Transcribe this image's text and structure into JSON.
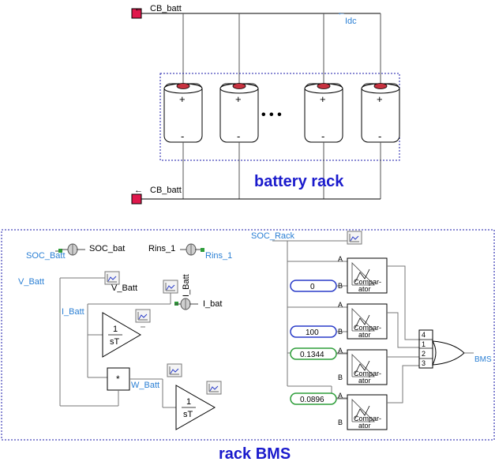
{
  "battery_section": {
    "top_terminal": "CB_batt",
    "bottom_terminal": "CB_batt",
    "current_label": "Idc",
    "ellipsis": "• • •",
    "cell_plus": "+",
    "cell_minus": "-",
    "caption": "battery rack"
  },
  "bms_section": {
    "caption": "rack BMS",
    "soc_batt_label": "SOC_Batt",
    "soc_bat_meter": "SOC_bat",
    "rins_label": "Rins_1",
    "rins_node": "Rins_1",
    "v_batt_node": "V_Batt",
    "v_batt_meter": "V_Batt",
    "i_batt_node": "I_Batt",
    "i_batt_meter": "I_Batt",
    "i_bat_label": "I_bat",
    "integrator_num": "1",
    "integrator_den": "sT",
    "multiplier": "*",
    "w_batt_node": "W_Batt",
    "soc_rack_label": "SOC_Rack",
    "comparator_a": "A",
    "comparator_b": "B",
    "comparator_text_1": "Compar-",
    "comparator_text_2": "ator",
    "constants": [
      "0",
      "100",
      "0.1344",
      "0.0896"
    ],
    "or_inputs": [
      "4",
      "1",
      "2",
      "3"
    ],
    "output_label": "BMS"
  },
  "colors": {
    "wire": "#000000",
    "bus": "#555555",
    "blue_label": "#2a7fd4",
    "dashed_box": "#1a1aa8",
    "caption": "#1a1acc",
    "terminal": "#e0184c",
    "green_const": "#2e9e3a",
    "blue_const": "#2a3cc8"
  }
}
